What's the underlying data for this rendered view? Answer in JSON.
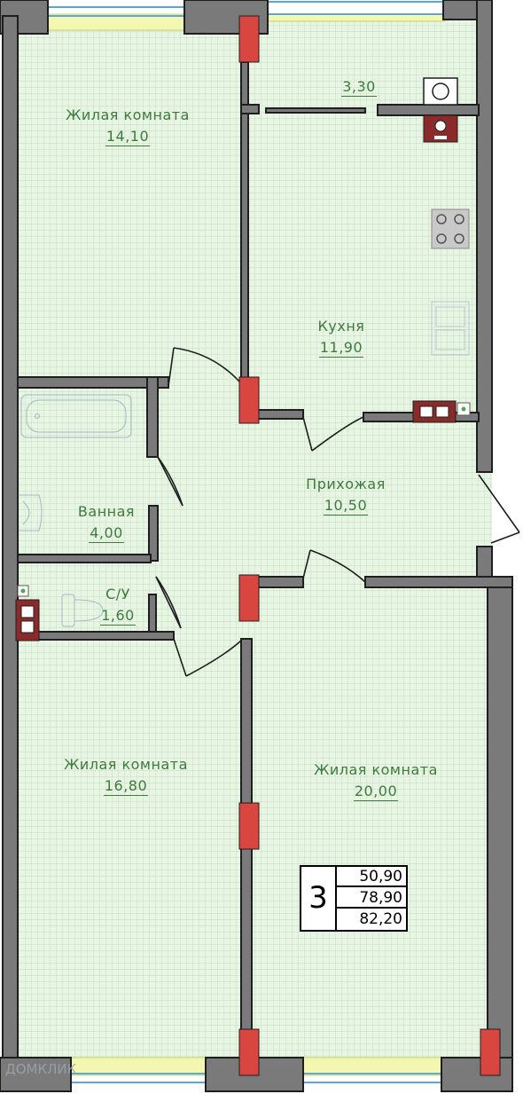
{
  "rooms": [
    {
      "name": "Жилая комната",
      "area": "14,10"
    },
    {
      "name": "",
      "area": "3,30"
    },
    {
      "name": "Кухня",
      "area": "11,90"
    },
    {
      "name": "Прихожая",
      "area": "10,50"
    },
    {
      "name": "Ванная",
      "area": "4,00"
    },
    {
      "name": "С/У",
      "area": "1,60"
    },
    {
      "name": "Жилая комната",
      "area": "16,80"
    },
    {
      "name": "Жилая комната",
      "area": "20,00"
    }
  ],
  "summary": {
    "room_count": "3",
    "living_area": "50,90",
    "total_area": "78,90",
    "total_area_with_balcony": "82,20"
  },
  "watermark": "ДОМКЛИК",
  "colors": {
    "floor": "#e8f5e4",
    "grid": "#c3dfbd",
    "wall": "#7a7a7a",
    "wall_edge": "#1e1e1e",
    "column": "#d9453f",
    "window": "#5aa7dd",
    "window_sill": "#f4f7b0",
    "label": "#3f7a3f",
    "fixture": "#8b2a2a"
  }
}
